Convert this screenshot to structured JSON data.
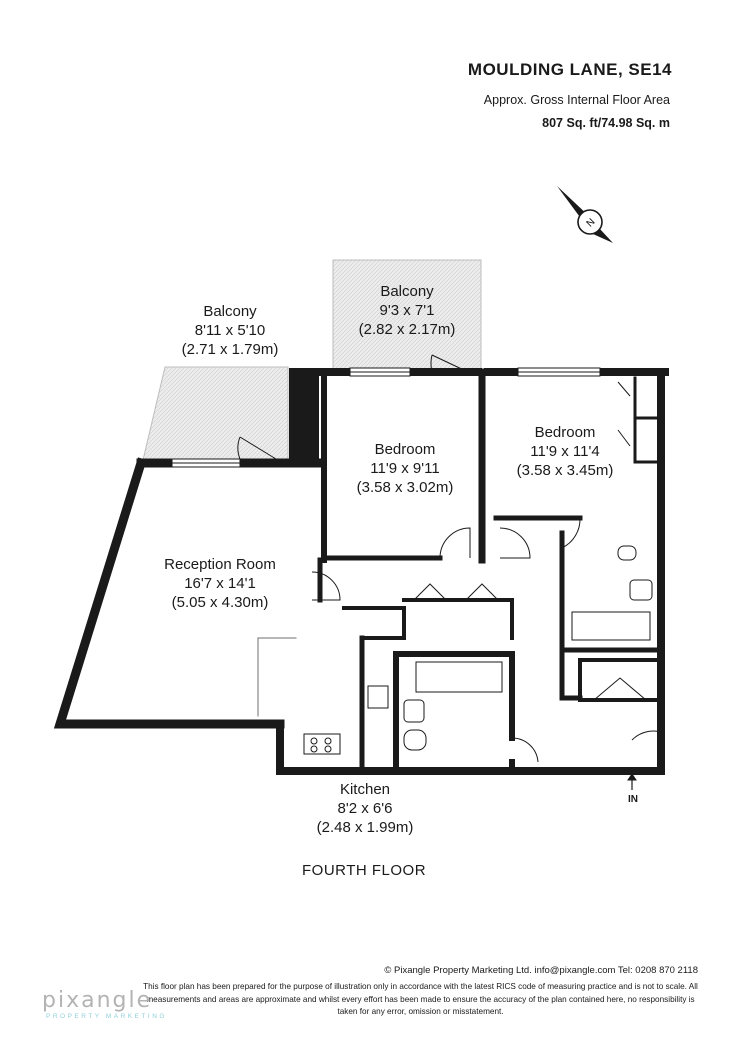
{
  "header": {
    "address": "MOULDING LANE, SE14",
    "area_caption": "Approx. Gross Internal Floor Area",
    "area_value": "807 Sq. ft/74.98 Sq. m"
  },
  "compass": {
    "icon": "north-arrow-icon",
    "letter": "N"
  },
  "rooms": [
    {
      "name": "Balcony",
      "imperial": "9'3 x 7'1",
      "metric": "(2.82 x 2.17m)"
    },
    {
      "name": "Balcony",
      "imperial": "8'11 x 5'10",
      "metric": "(2.71 x 1.79m)"
    },
    {
      "name": "Bedroom",
      "imperial": "11'9 x 9'11",
      "metric": "(3.58 x 3.02m)"
    },
    {
      "name": "Bedroom",
      "imperial": "11'9 x 11'4",
      "metric": "(3.58 x 3.45m)"
    },
    {
      "name": "Reception Room",
      "imperial": "16'7 x 14'1",
      "metric": "(5.05 x 4.30m)"
    },
    {
      "name": "Kitchen",
      "imperial": "8'2 x 6'6",
      "metric": "(2.48 x 1.99m)"
    }
  ],
  "entrance_label": "IN",
  "floor_name": "FOURTH FLOOR",
  "footer": {
    "copyright": "© Pixangle Property Marketing Ltd. info@pixangle.com Tel: 0208 870 2118",
    "disclaimer": "This floor plan has been prepared for the purpose of illustration only in accordance with the latest RICS code of measuring practice and is not to scale. All measurements and areas are approximate and whilst every effort has been made to ensure the accuracy of the plan contained here, no responsibility is taken for any error, omission or misstatement.",
    "logo_text": "pixangle",
    "logo_subtext": "PROPERTY MARKETING"
  },
  "colors": {
    "wall": "#1a1a1a",
    "balcony_fill": "#e6e6e6",
    "logo": "#b3b3b3",
    "logo_accent": "#8fd0d9"
  }
}
